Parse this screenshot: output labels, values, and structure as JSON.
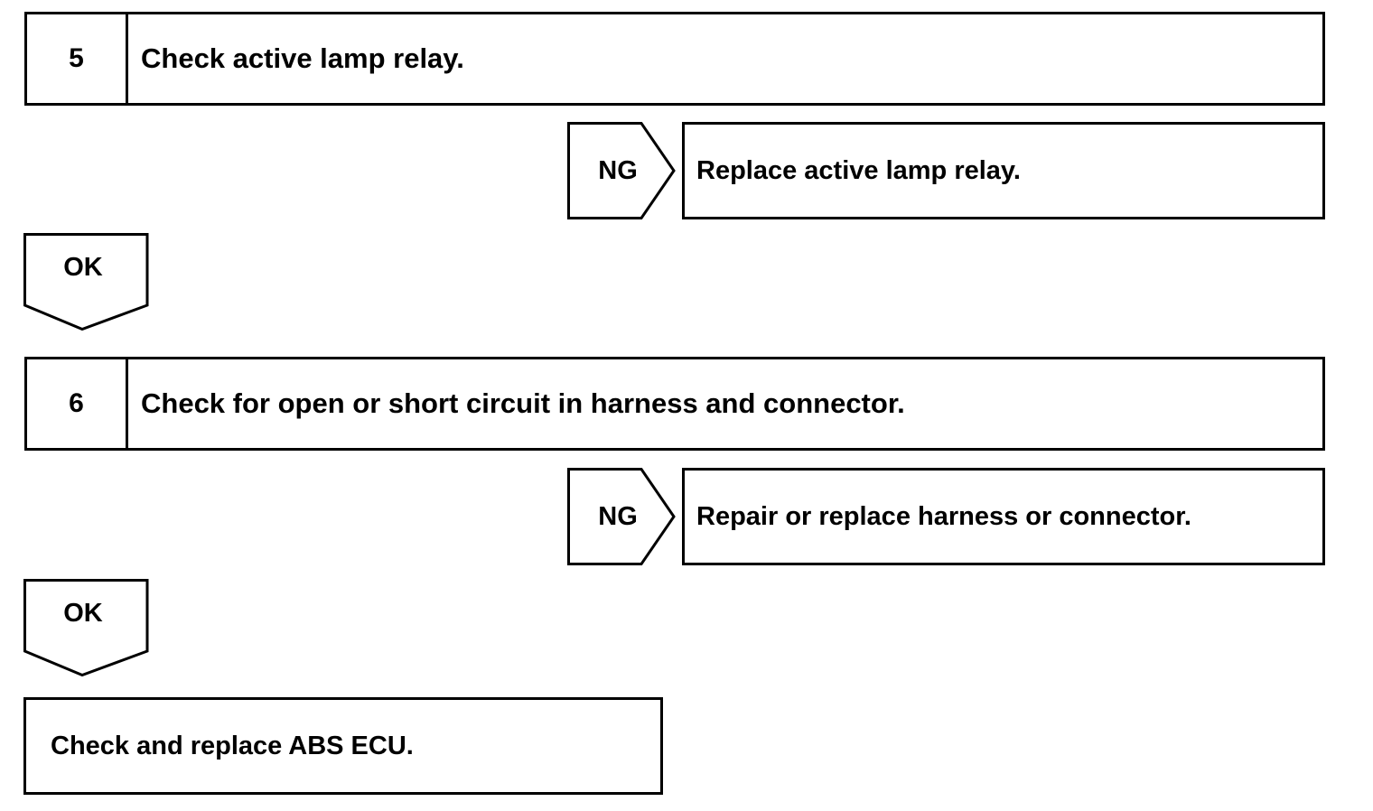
{
  "steps": [
    {
      "number": "5",
      "title": "Check active lamp relay.",
      "ng_label": "NG",
      "ng_action": "Replace active lamp relay.",
      "ok_label": "OK"
    },
    {
      "number": "6",
      "title": "Check for open or short circuit in harness and connector.",
      "ng_label": "NG",
      "ng_action": "Repair or replace harness or connector.",
      "ok_label": "OK"
    }
  ],
  "final_action": "Check and replace ABS ECU."
}
